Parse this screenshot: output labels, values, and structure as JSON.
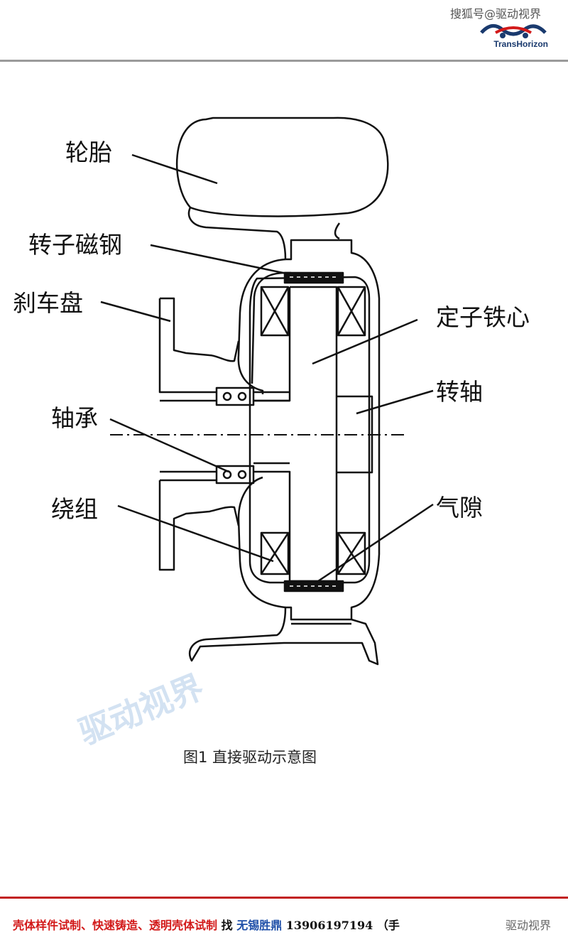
{
  "header": {
    "watermark_text": "搜狐号@驱动视界",
    "logo_text": "TransHorizon",
    "logo_icon": "car-wave-logo-icon"
  },
  "diagram": {
    "labels": {
      "tire": "轮胎",
      "rotor_magnet": "转子磁钢",
      "brake_disc": "刹车盘",
      "stator_core": "定子铁心",
      "shaft": "转轴",
      "bearing": "轴承",
      "winding": "绕组",
      "air_gap": "气隙"
    },
    "caption": "图1 直接驱动示意图",
    "background_watermark": "驱动视界"
  },
  "footer": {
    "ad_part1": "壳体样件试制、快速铸造、透明壳体试制",
    "ad_part2": "找",
    "company": "无锡胜鼎",
    "phone": "13906197194",
    "note": "（手",
    "source": "驱动视界"
  },
  "colors": {
    "footer_rule": "#c21d1d",
    "footer_red": "#d21919",
    "footer_blue": "#1f4fa8",
    "logo_blue": "#1a3a6e",
    "logo_red": "#d21919"
  }
}
